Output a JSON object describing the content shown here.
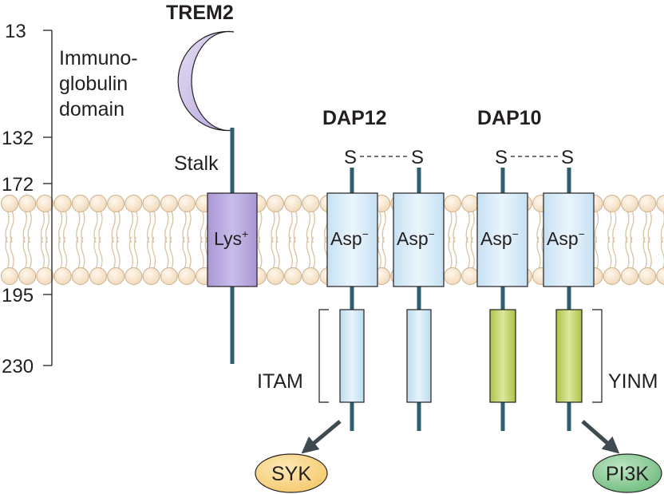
{
  "proteins": {
    "trem2": "TREM2",
    "dap12": "DAP12",
    "dap10": "DAP10"
  },
  "ruler": {
    "ticks": [
      "13",
      "132",
      "172",
      "195",
      "230"
    ],
    "domain_label": [
      "Immuno-",
      "globulin",
      "domain"
    ]
  },
  "stalk_label": "Stalk",
  "charges": {
    "lys": "Lys",
    "lys_sup": "+",
    "asp": "Asp",
    "asp_sup": "−"
  },
  "disulfide": {
    "s": "S"
  },
  "motifs": {
    "itam": "ITAM",
    "yinm": "YINM"
  },
  "effectors": {
    "syk": "SYK",
    "pi3k": "PI3K"
  },
  "colors": {
    "trem2_fill": "#c9bfe6",
    "lys_fill": "#b8a8dc",
    "dap12_fill": "#d8ecf8",
    "yinm_fill": "#c8d872",
    "stem": "#2e5f6e",
    "lipid_head": "#fbe8d0",
    "syk_fill": "#f9d894",
    "pi3k_fill": "#8fcc9a"
  }
}
